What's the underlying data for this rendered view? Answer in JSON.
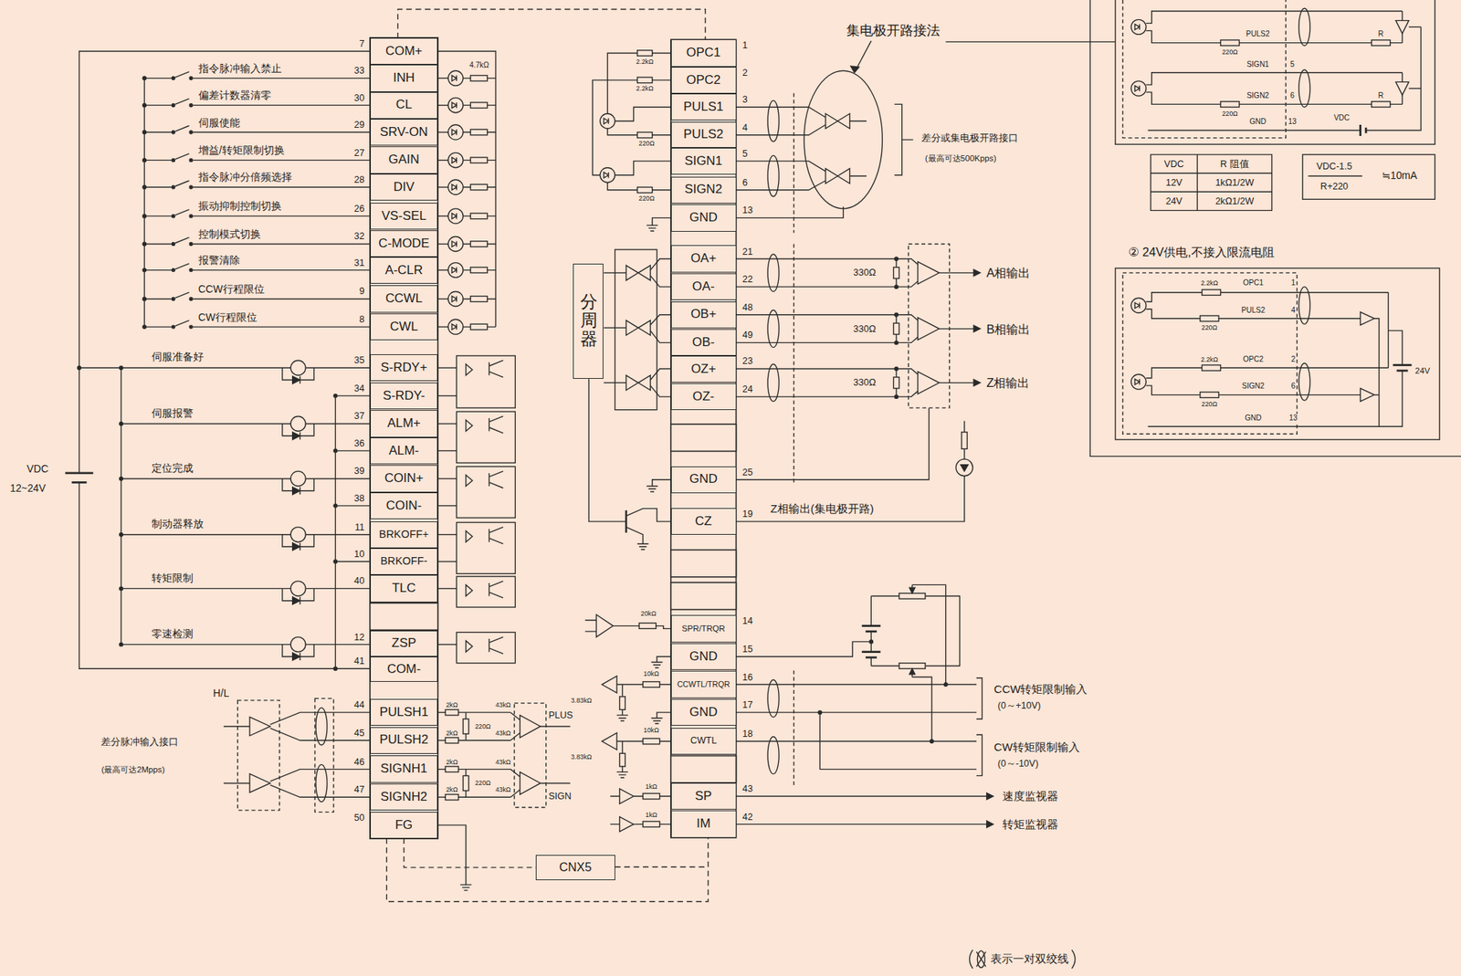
{
  "diagram": {
    "nodes": [
      {
        "text": [
          "COM+"
        ]
      },
      {
        "text": [
          "INH"
        ]
      },
      {
        "text": [
          "CL"
        ]
      },
      {
        "text": [
          "SRV-ON"
        ]
      },
      {
        "text": [
          "GAIN"
        ]
      },
      {
        "text": [
          "DIV"
        ]
      },
      {
        "text": [
          "VS-SEL"
        ]
      },
      {
        "text": [
          "C-MODE"
        ]
      },
      {
        "text": [
          "A-CLR"
        ]
      },
      {
        "text": [
          "CCWL"
        ]
      },
      {
        "text": [
          "CWL"
        ]
      },
      {
        "text": [
          "S-RDY+"
        ]
      },
      {
        "text": [
          "S-RDY-"
        ]
      },
      {
        "text": [
          "ALM+"
        ]
      },
      {
        "text": [
          "ALM-"
        ]
      },
      {
        "text": [
          "COIN+"
        ]
      },
      {
        "text": [
          "COIN-"
        ]
      },
      {
        "text": [
          "BRKOFF+"
        ]
      },
      {
        "text": [
          "BRKOFF-"
        ]
      },
      {
        "text": [
          "TLC"
        ]
      },
      {
        "text": [
          "ZSP"
        ]
      },
      {
        "text": [
          "COM-"
        ]
      },
      {
        "text": [
          "PULSH1"
        ]
      },
      {
        "text": [
          "PULSH2"
        ]
      },
      {
        "text": [
          "SIGNH1"
        ]
      },
      {
        "text": [
          "SIGNH2"
        ]
      },
      {
        "text": [
          "FG"
        ]
      },
      {
        "text": [
          "OPC1"
        ]
      },
      {
        "text": [
          "OPC2"
        ]
      },
      {
        "text": [
          "PULS1"
        ]
      },
      {
        "text": [
          "PULS2"
        ]
      },
      {
        "text": [
          "SIGN1"
        ]
      },
      {
        "text": [
          "SIGN2"
        ]
      },
      {
        "text": [
          "GND"
        ]
      },
      {
        "text": [
          "OA+"
        ]
      },
      {
        "text": [
          "OA-"
        ]
      },
      {
        "text": [
          "OB+"
        ]
      },
      {
        "text": [
          "OB-"
        ]
      },
      {
        "text": [
          "OZ+"
        ]
      },
      {
        "text": [
          "OZ-"
        ]
      },
      {
        "text": [
          "GND"
        ]
      },
      {
        "text": [
          "CZ"
        ]
      },
      {
        "text": [
          "SPR/TRQR"
        ]
      },
      {
        "text": [
          "GND"
        ]
      },
      {
        "text": [
          "CCWTL/TRQR"
        ]
      },
      {
        "text": [
          "GND"
        ]
      },
      {
        "text": [
          "CWTL"
        ]
      },
      {
        "text": [
          "SP"
        ]
      },
      {
        "text": [
          "IM"
        ]
      },
      {
        "text": [
          "分周器"
        ]
      },
      {
        "text": [
          "CNX5"
        ]
      }
    ],
    "edges": [
      {
        "from": 26,
        "to": 50,
        "arrow": "none"
      }
    ],
    "labels": [
      "指令脉冲输入禁止",
      "偏差计数器清零",
      "伺服使能",
      "增益/转矩限制切换",
      "指令脉冲分倍频选择",
      "振动抑制控制切换",
      "控制模式切换",
      "报警清除",
      "CCW行程限位",
      "CW行程限位",
      "伺服准备好",
      "伺服报警",
      "定位完成",
      "制动器释放",
      "转矩限制",
      "零速检测",
      "VDC",
      "12~24V",
      "7",
      "33",
      "30",
      "29",
      "27",
      "28",
      "26",
      "32",
      "31",
      "9",
      "8",
      "35",
      "34",
      "37",
      "36",
      "39",
      "38",
      "11",
      "10",
      "40",
      "12",
      "41",
      "44",
      "45",
      "46",
      "47",
      "50",
      "1",
      "2",
      "3",
      "4",
      "5",
      "6",
      "13",
      "21",
      "22",
      "48",
      "49",
      "23",
      "24",
      "25",
      "19",
      "14",
      "15",
      "16",
      "17",
      "18",
      "43",
      "42",
      "4.7kΩ",
      "H/L",
      "差分脉冲输入接口",
      "(最高可达2Mpps)",
      "2kΩ",
      "220Ω",
      "2kΩ",
      "43kΩ",
      "43kΩ",
      "2kΩ",
      "220Ω",
      "2kΩ",
      "43kΩ",
      "43kΩ",
      "PLUS",
      "SIGN",
      "2.2kΩ",
      "2.2kΩ",
      "220Ω",
      "220Ω",
      "集电极开路接法",
      "差分或集电极开路接口",
      "(最高可达500Kpps)",
      "330Ω",
      "330Ω",
      "330Ω",
      "A相输出",
      "B相输出",
      "Z相输出",
      "Z相输出(集电极开路)",
      "20kΩ",
      "10kΩ",
      "3.83kΩ",
      "10kΩ",
      "3.83kΩ",
      "CCW转矩限制输入",
      "(0～+10V)",
      "CW转矩限制输入",
      "(0～-10V)",
      "1kΩ",
      "1kΩ",
      "速度监视器",
      "转矩监视器",
      "PULS2",
      "220Ω",
      "SIGN1",
      "5",
      "SIGN2",
      "6",
      "220Ω",
      "GND",
      "13",
      "R",
      "R",
      "VDC",
      "VDC",
      "R 阻值",
      "12V",
      "1kΩ1/2W",
      "24V",
      "2kΩ1/2W",
      "VDC-1.5",
      "R+220",
      "≒10mA",
      "② 24V供电,不接入限流电阻",
      "2.2kΩ",
      "OPC1",
      "1",
      "PULS2",
      "4",
      "220Ω",
      "2.2kΩ",
      "OPC2",
      "2",
      "SIGN2",
      "6",
      "220Ω",
      "GND",
      "13",
      "24V"
    ],
    "legend": [
      {
        "text": "表示一对双绞线"
      }
    ]
  }
}
